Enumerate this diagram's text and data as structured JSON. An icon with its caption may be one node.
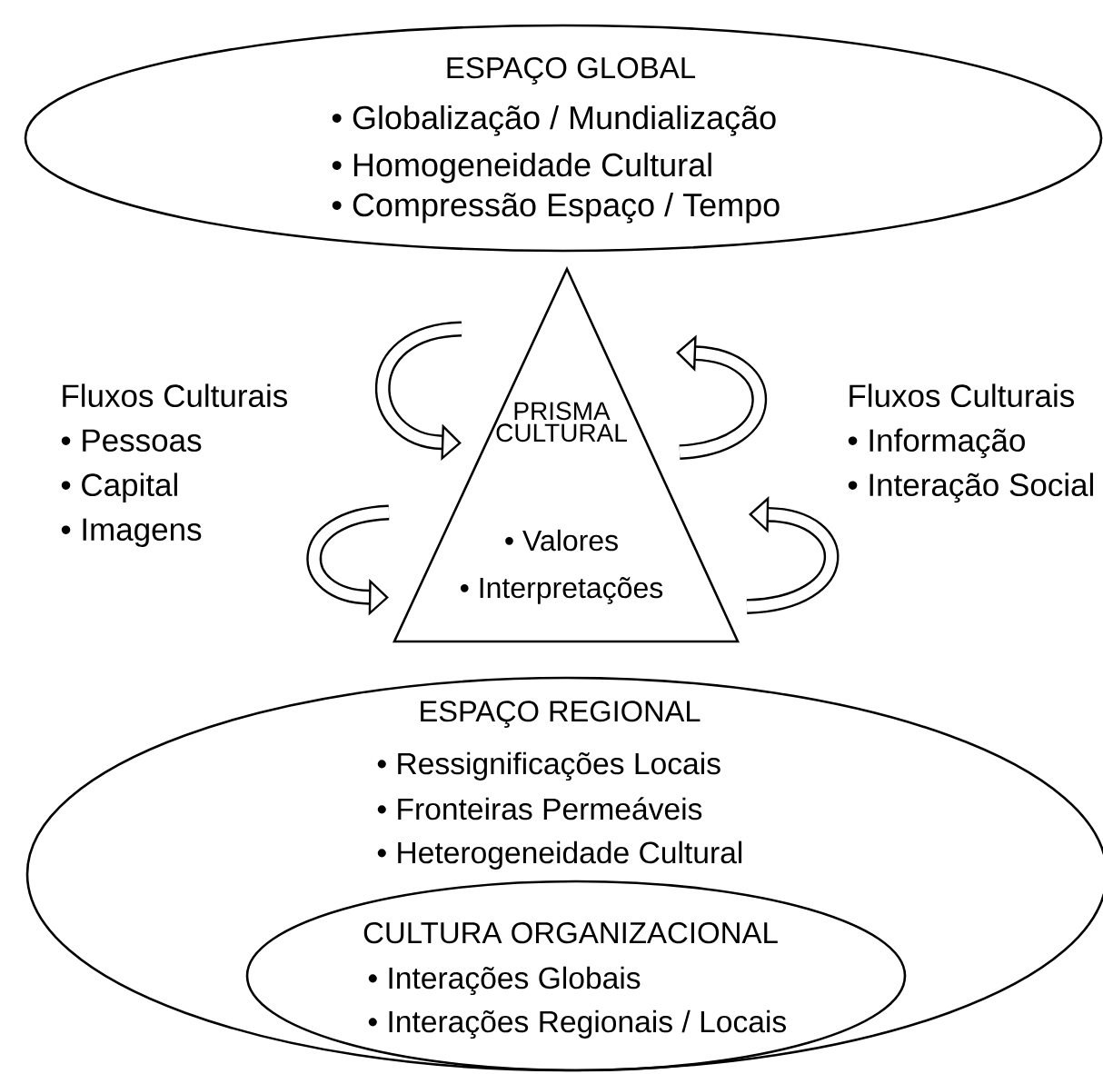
{
  "diagram": {
    "nodes": [
      {
        "text": [
          "ESPAÇO GLOBAL",
          "• Globalização / Mundialização",
          "• Homogeneidade Cultural",
          "• Compressão Espaço / Tempo"
        ]
      },
      {
        "text": [
          "PRISMA CULTURAL",
          "• Valores",
          "• Interpretações"
        ]
      },
      {
        "text": [
          "Fluxos Culturais",
          "• Pessoas",
          "• Capital",
          "• Imagens"
        ]
      },
      {
        "text": [
          "Fluxos Culturais",
          "• Informação",
          "• Interação Social"
        ]
      },
      {
        "text": [
          "ESPAÇO REGIONAL",
          "• Ressignificações Locais",
          "• Fronteiras Permeáveis",
          "• Heterogeneidade Cultural"
        ]
      },
      {
        "text": [
          "CULTURA ORGANIZACIONAL",
          "• Interações Globais",
          "• Interações Regionais / Locais"
        ],
        "in": 4
      }
    ],
    "edges": [
      {
        "from": null,
        "to": 1,
        "arrow": "to"
      },
      {
        "from": null,
        "to": 1,
        "arrow": "to"
      },
      {
        "from": 1,
        "to": null,
        "arrow": "to"
      },
      {
        "from": 1,
        "to": null,
        "arrow": "to"
      }
    ]
  }
}
